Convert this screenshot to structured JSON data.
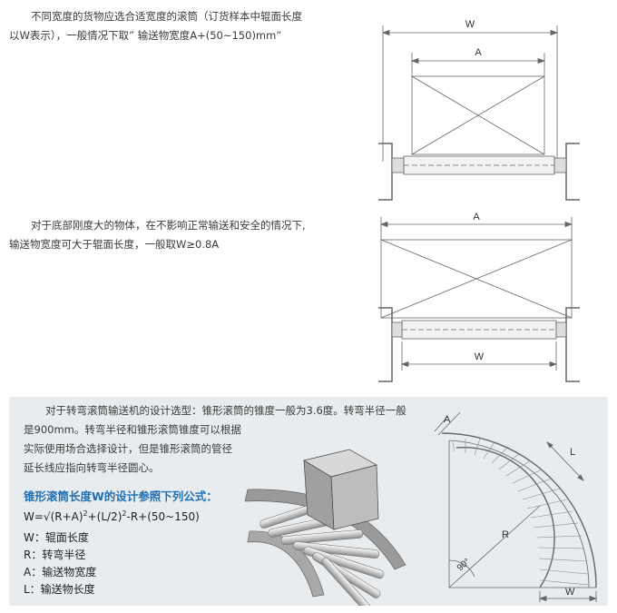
{
  "intro_paragraph": {
    "line1": "不同宽度的货物应选合适宽度的滚筒（订货样本中辊面长度",
    "line2": "以W表示），一般情况下取” 输送物宽度A+(50~150)mm”"
  },
  "rigid_paragraph": {
    "line1": "对于底部刚度大的物体，在不影响正常输送和安全的情况下,",
    "line2": "输送物宽度可大于辊面长度，一般取W≥0.8A"
  },
  "top_diagram": {
    "label_w_top": "W",
    "label_a_top": "A",
    "label_a_second": "A",
    "label_w_second": "W"
  },
  "curve_section": {
    "line1": "对于转弯滚筒输送机的设计选型：锥形滚筒的锥度一般为3.6度。转弯半径一般",
    "line2": "是900mm。转弯半径和锥形滚筒锥度可以根据",
    "line3": "实际使用场合选择设计，但是锥形滚筒的管径",
    "line4": "延长线应指向转弯半径圆心。",
    "formula_title": "锥形滚筒长度W的设计参照下列公式：",
    "formula_prefix": "W=√(R+A)",
    "formula_exp1": "2",
    "formula_mid": "+(L/2)",
    "formula_exp2": "2",
    "formula_suffix": "-R+(50~150)",
    "def_w": "W：辊面长度",
    "def_r": "R：转弯半径",
    "def_a": "A：输送物宽度",
    "def_l": "L：输送物长度",
    "label_a": "A",
    "label_l": "L",
    "label_r": "R",
    "label_angle": "90°",
    "label_w": "W"
  }
}
